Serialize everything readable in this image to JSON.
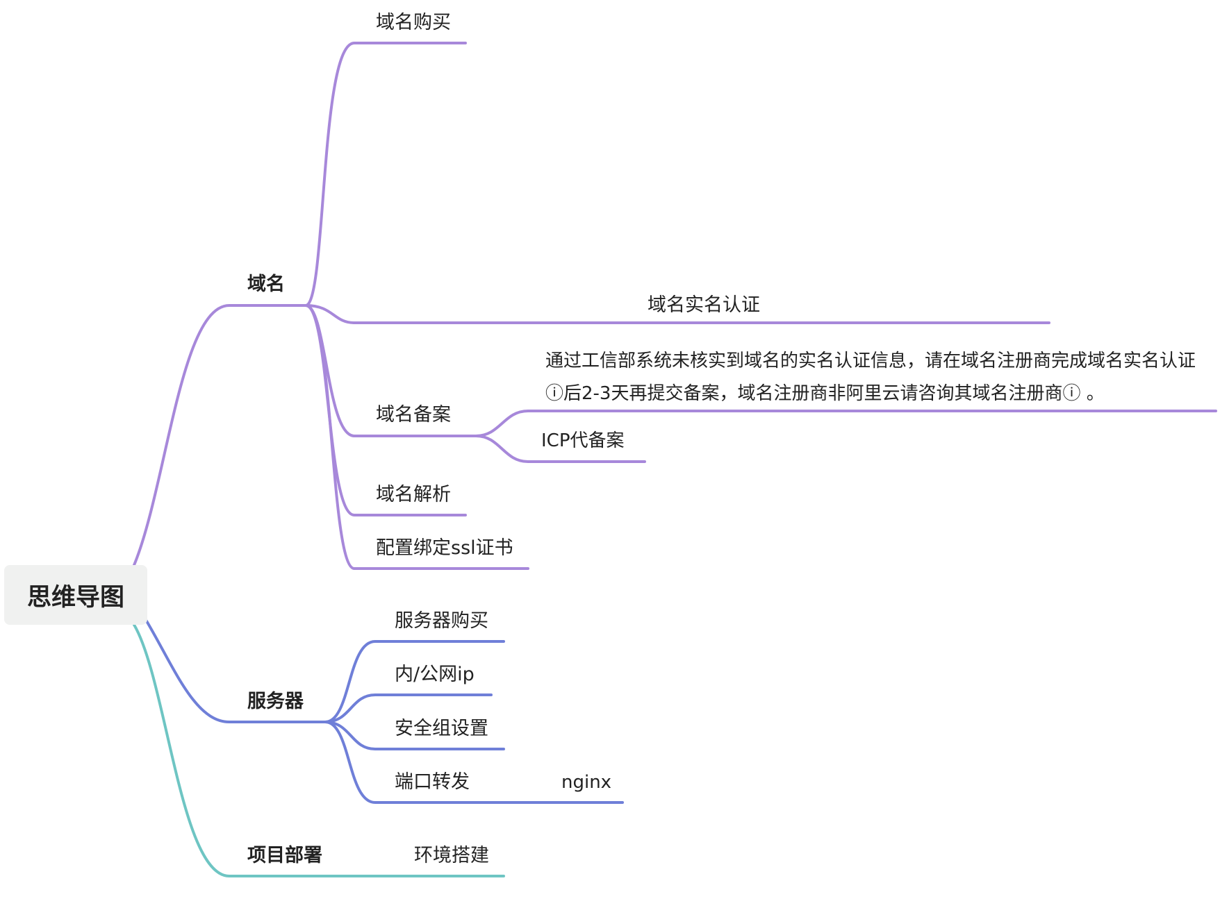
{
  "root": {
    "label": "思维导图"
  },
  "branches": {
    "domain": {
      "label": "域名",
      "color": "#a788da",
      "children": {
        "buy": "域名购买",
        "realname": "域名实名认证",
        "beian": "域名备案",
        "resolve": "域名解析",
        "ssl": "配置绑定ssl证书"
      },
      "beian_children": {
        "notice": "通过工信部系统未核实到域名的实名认证信息，请在域名注册商完成域名实名认证ⓘ后2-3天再提交备案，域名注册商非阿里云请咨询其域名注册商ⓘ 。",
        "icp": "ICP代备案"
      }
    },
    "server": {
      "label": "服务器",
      "color": "#6f7fd8",
      "children": {
        "buy": "服务器购买",
        "ip": "内/公网ip",
        "security": "安全组设置",
        "port": "端口转发"
      },
      "port_children": {
        "nginx": "nginx"
      }
    },
    "deploy": {
      "label": "项目部署",
      "color": "#6ec5c3",
      "children": {
        "env": "环境搭建"
      }
    }
  }
}
